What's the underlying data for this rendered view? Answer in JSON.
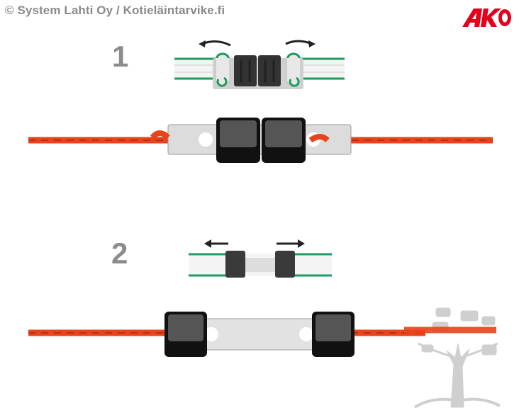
{
  "header": {
    "copyright": "© System Lahti Oy / Kotieläintarvike.fi",
    "brand_logo": "AKO"
  },
  "steps": [
    {
      "number": "1",
      "description": "tape-clamps-open-connector-joined"
    },
    {
      "number": "2",
      "description": "connector-pulled-apart"
    }
  ],
  "colors": {
    "rope": "#e8431a",
    "tape_stripe": "#1e9b5e",
    "connector": "#2a2a2a",
    "plate": "#d9d9d9",
    "step_number": "#8c8c8c",
    "logo_red": "#e3001b",
    "watermark": "#c8c8c8"
  }
}
